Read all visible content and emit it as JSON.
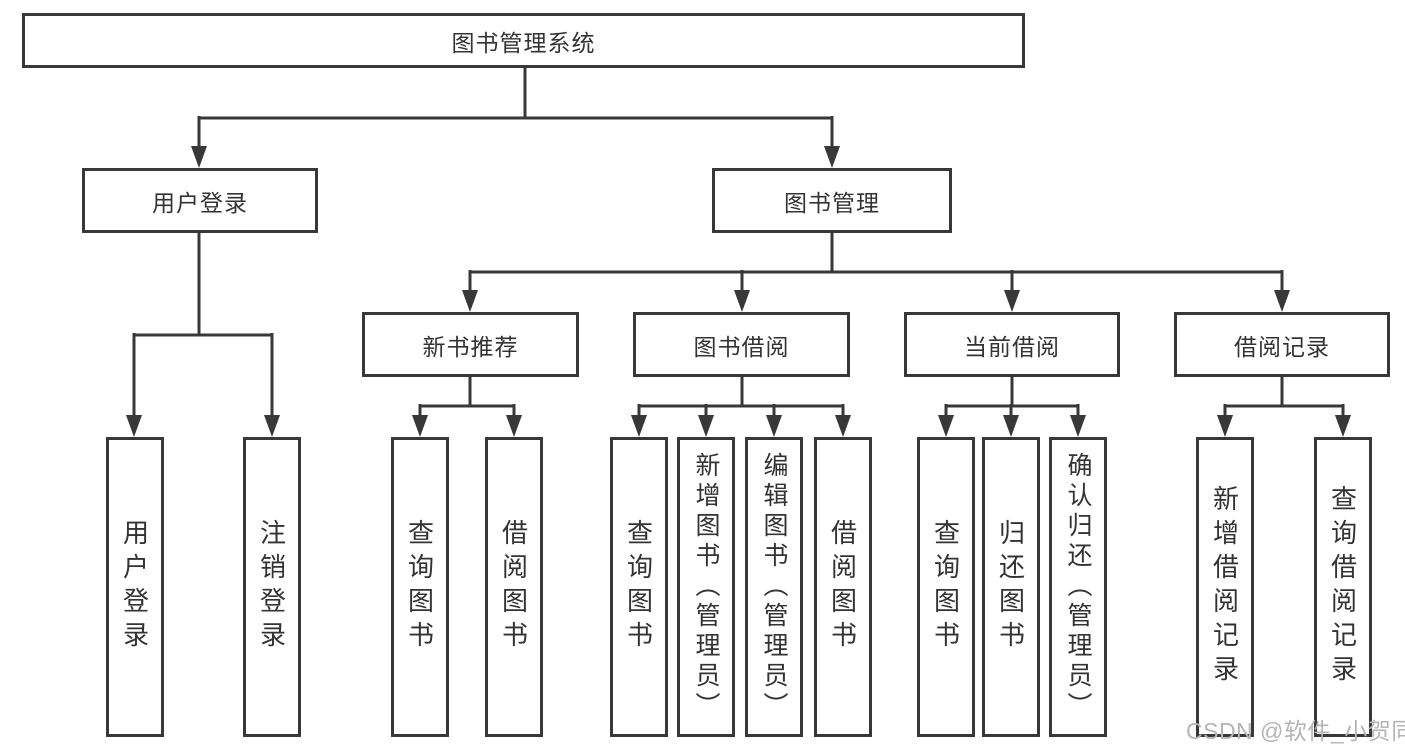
{
  "colors": {
    "line": "#383838",
    "box_border": "#383838",
    "text": "#333333",
    "watermark_text": "#b5b5b5",
    "background": "#ffffff"
  },
  "tree": {
    "label": "图书管理系统",
    "children": [
      {
        "label": "用户登录",
        "children": [
          {
            "label": "用户登录"
          },
          {
            "label": "注销登录"
          }
        ]
      },
      {
        "label": "图书管理",
        "children": [
          {
            "label": "新书推荐",
            "children": [
              {
                "label": "查询图书"
              },
              {
                "label": "借阅图书"
              }
            ]
          },
          {
            "label": "图书借阅",
            "children": [
              {
                "label": "查询图书"
              },
              {
                "label": "新增图书（管理员）"
              },
              {
                "label": "编辑图书（管理员）"
              },
              {
                "label": "借阅图书"
              }
            ]
          },
          {
            "label": "当前借阅",
            "children": [
              {
                "label": "查询图书"
              },
              {
                "label": "归还图书"
              },
              {
                "label": "确认归还（管理员）"
              }
            ]
          },
          {
            "label": "借阅记录",
            "children": [
              {
                "label": "新增借阅记录"
              },
              {
                "label": "查询借阅记录"
              }
            ]
          }
        ]
      }
    ]
  },
  "watermark": "CSDN @软件_小贺同学"
}
